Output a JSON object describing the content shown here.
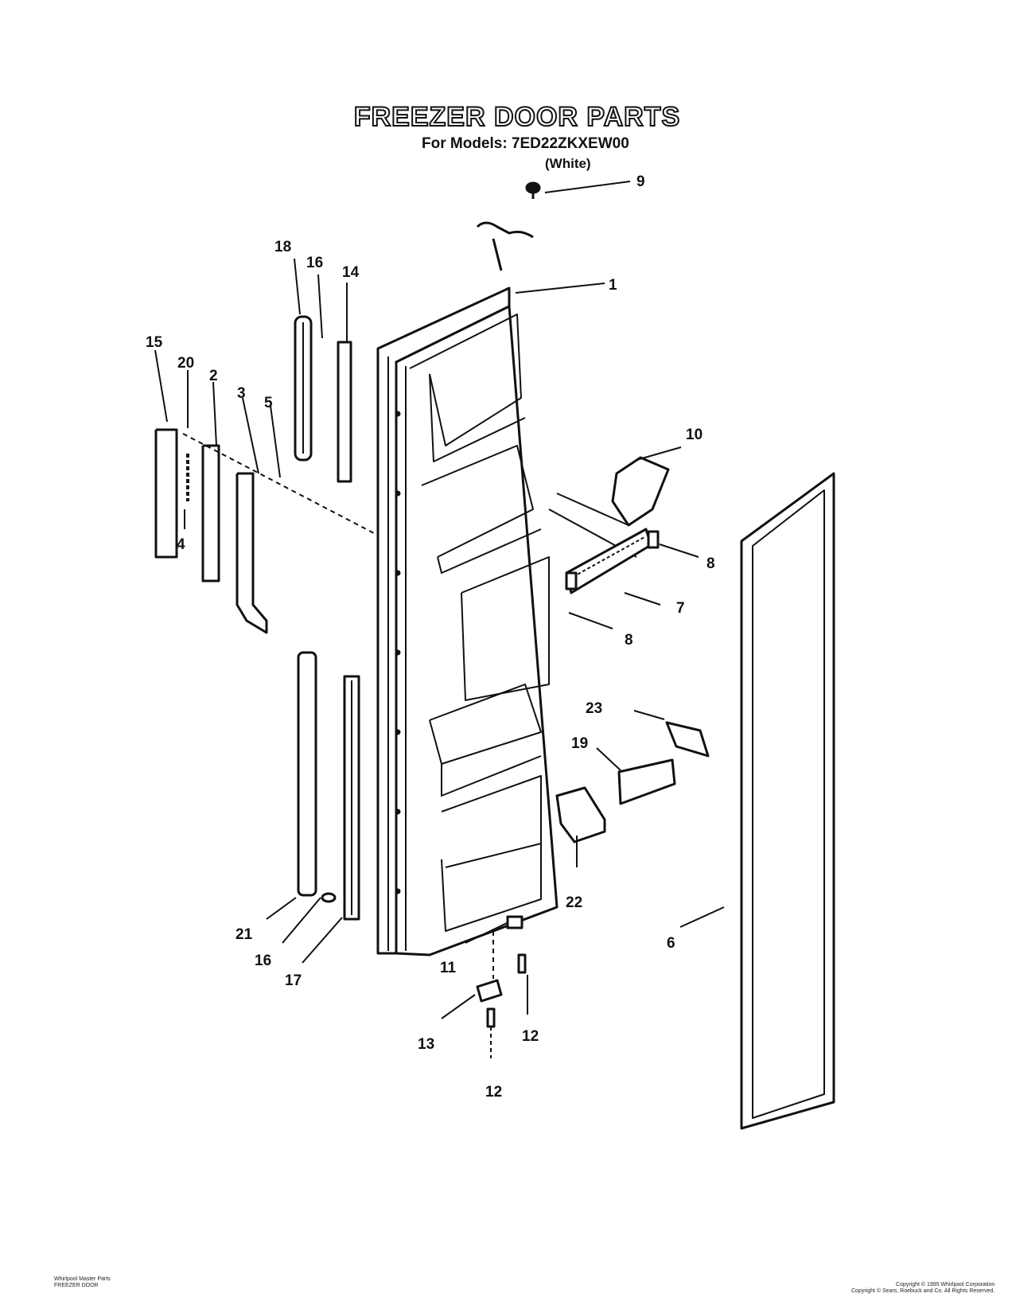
{
  "header": {
    "title": "FREEZER DOOR PARTS",
    "subtitle": "For Models: 7ED22ZKXEW00",
    "variant": "(White)"
  },
  "callouts": {
    "c1": "1",
    "c2": "2",
    "c3": "3",
    "c4": "4",
    "c5": "5",
    "c6": "6",
    "c7": "7",
    "c8a": "8",
    "c8b": "8",
    "c9": "9",
    "c10": "10",
    "c11": "11",
    "c12a": "12",
    "c12b": "12",
    "c13": "13",
    "c14": "14",
    "c15": "15",
    "c16a": "16",
    "c16b": "16",
    "c17": "17",
    "c18": "18",
    "c19": "19",
    "c20": "20",
    "c21": "21",
    "c22": "22",
    "c23": "23"
  },
  "footer": {
    "left_line1": "Whirlpool Master Parts",
    "left_line2": "FREEZER DOOR",
    "right_line1": "Copyright © 1995 Whirlpool Corporation",
    "right_line2": "Copyright © Sears, Roebuck and Co. All Rights Reserved."
  }
}
